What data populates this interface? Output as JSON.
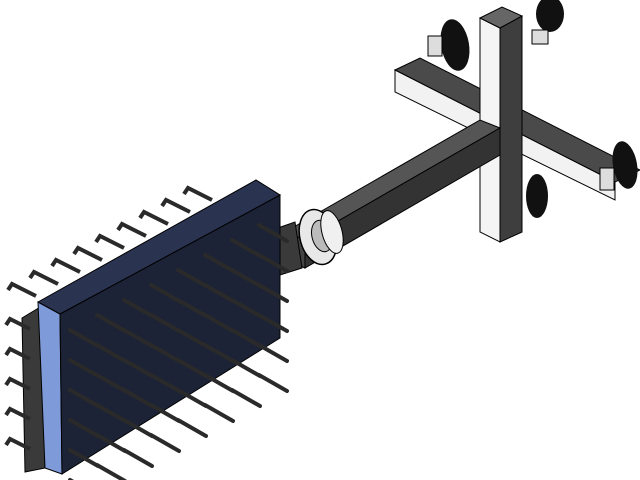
{
  "scene": {
    "colors": {
      "background": "#ffffff",
      "plate_front": "#1c2336",
      "plate_side": "#7f9ad8",
      "back_plate": "#3a3a3a",
      "beam_dark": "#3b3b3b",
      "beam_light": "#f4f4f4",
      "rod": "#2a2a2a",
      "wheel": "#111111",
      "outline": "#000000"
    },
    "icons": [
      "rod-array",
      "flange-disk",
      "caster-wheel"
    ]
  }
}
